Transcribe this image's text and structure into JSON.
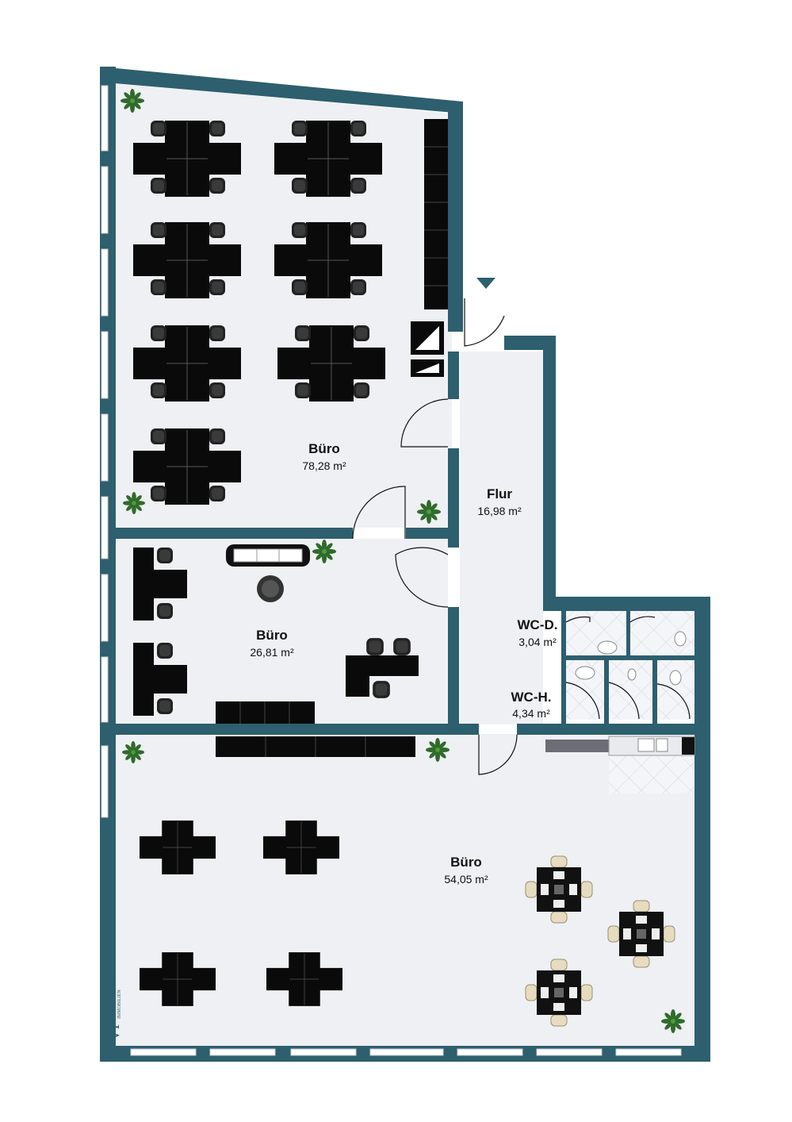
{
  "colors": {
    "wall": "#2d5f6e",
    "floor": "#eef0f4",
    "furniture": "#0a0a0a",
    "plant": "#2f6b2a",
    "tile_line": "#cfd3da"
  },
  "rooms": [
    {
      "id": "buero-1",
      "label": "Büro",
      "area": "78,28 m²"
    },
    {
      "id": "flur",
      "label": "Flur",
      "area": "16,98 m²"
    },
    {
      "id": "buero-2",
      "label": "Büro",
      "area": "26,81 m²"
    },
    {
      "id": "wc-d",
      "label": "WC-D.",
      "area": "3,04 m²"
    },
    {
      "id": "wc-h",
      "label": "WC-H.",
      "area": "4,34 m²"
    },
    {
      "id": "buero-3",
      "label": "Büro",
      "area": "54,05 m²"
    }
  ],
  "entrance": {
    "icon": "entrance-arrow-icon"
  },
  "logo": {
    "mark": "VP",
    "name": "VON POLL",
    "sub": "IMMOBILIEN"
  }
}
